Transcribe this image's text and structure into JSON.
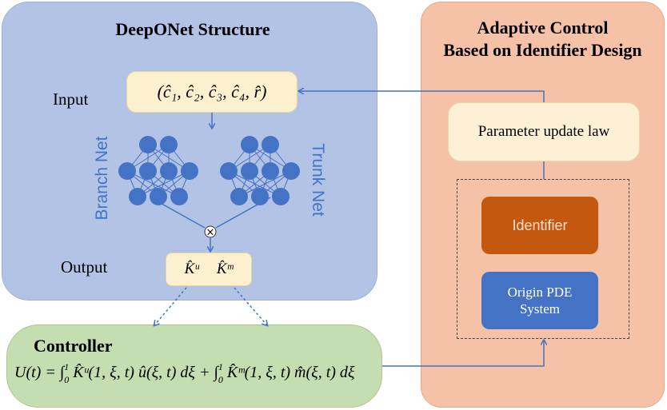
{
  "deeponet": {
    "title": "DeepONet Structure",
    "input_label": "Input",
    "output_label": "Output",
    "input_expression": "(ĉ₁, ĉ₂, ĉ₃, ĉ₄, r̂)",
    "output_k_u": "K̂ᵘ",
    "output_k_m": "K̂ᵐ",
    "branch_net_label": "Branch Net",
    "trunk_net_label": "Trunk Net",
    "combine_symbol": "×"
  },
  "adaptive": {
    "title_line1": "Adaptive Control",
    "title_line2": "Based on Identifier Design",
    "parameter_update_law": "Parameter update law",
    "identifier": "Identifier",
    "origin_pde_line1": "Origin PDE",
    "origin_pde_line2": "System"
  },
  "controller": {
    "title": "Controller",
    "formula_lhs": "U(t) = ∫",
    "formula_term1": "K̂ᵘ(1, ξ, t) û(ξ, t) dξ + ∫",
    "formula_term2": "K̂ᵐ(1, ξ, t) m̂(ξ, t) dξ",
    "integral_upper": "1",
    "integral_lower": "0"
  },
  "colors": {
    "deeponet_panel": "#b2c3e6",
    "adaptive_panel": "#f5c2a7",
    "controller_panel": "#c5deb1",
    "neuron": "#4472c4",
    "identifier_box": "#c5580f",
    "pde_box": "#4472c4",
    "arrow": "#4472c4"
  }
}
